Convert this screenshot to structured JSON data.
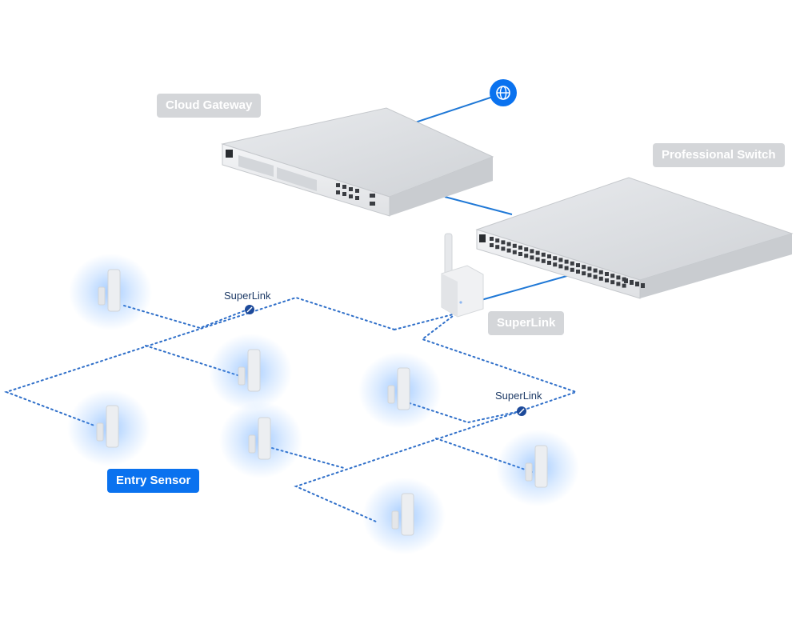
{
  "labels": {
    "cloud_gateway": "Cloud Gateway",
    "professional_switch": "Professional Switch",
    "superlink_device": "SuperLink",
    "entry_sensor": "Entry Sensor",
    "superlink_wireless_1": "SuperLink",
    "superlink_wireless_2": "SuperLink"
  },
  "icons": {
    "internet": "globe-icon",
    "relay": "superlink-node-icon"
  },
  "colors": {
    "accent": "#0a72ef",
    "wired_link": "#1f78d6",
    "wireless_link": "#2f6fc9",
    "relay_node": "#1d4a9a",
    "sensor_glow": "#5aa2ff",
    "device_gray": "#d4d6d9"
  }
}
